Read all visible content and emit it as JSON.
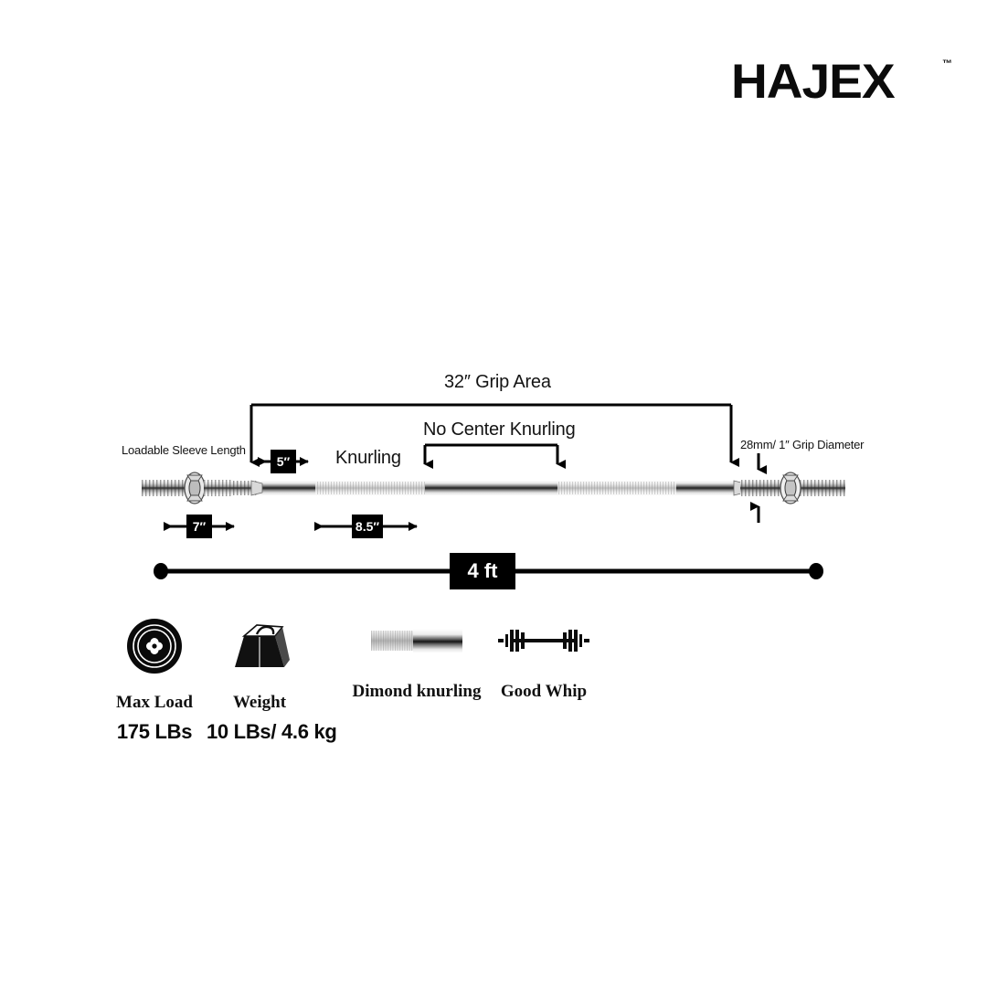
{
  "brand": {
    "name": "HAJEX",
    "trademark": "™"
  },
  "diagram": {
    "title": "Barbell specification diagram",
    "annotations": {
      "grip_area": "32″ Grip Area",
      "no_center_knurling": "No Center Knurling",
      "knurling": "Knurling",
      "loadable_sleeve_length": "Loadable Sleeve Length",
      "grip_diameter": "28mm/ 1″ Grip Diameter"
    },
    "dimensions": {
      "sleeve_gap": "5″",
      "sleeve_length": "7″",
      "knurl_length": "8.5″",
      "total_length": "4 ft"
    }
  },
  "features": [
    {
      "icon": "weight-plate-icon",
      "label": "Max Load",
      "value": "175 LBs"
    },
    {
      "icon": "kettlebell-weight-icon",
      "label": "Weight",
      "value": "10 LBs/ 4.6 kg"
    },
    {
      "icon": "knurling-sample-icon",
      "label": "Dimond knurling",
      "value": ""
    },
    {
      "icon": "barbell-icon",
      "label": "Good Whip",
      "value": ""
    }
  ],
  "colors": {
    "ink": "#000000",
    "background": "#ffffff",
    "badge_text": "#ffffff"
  }
}
